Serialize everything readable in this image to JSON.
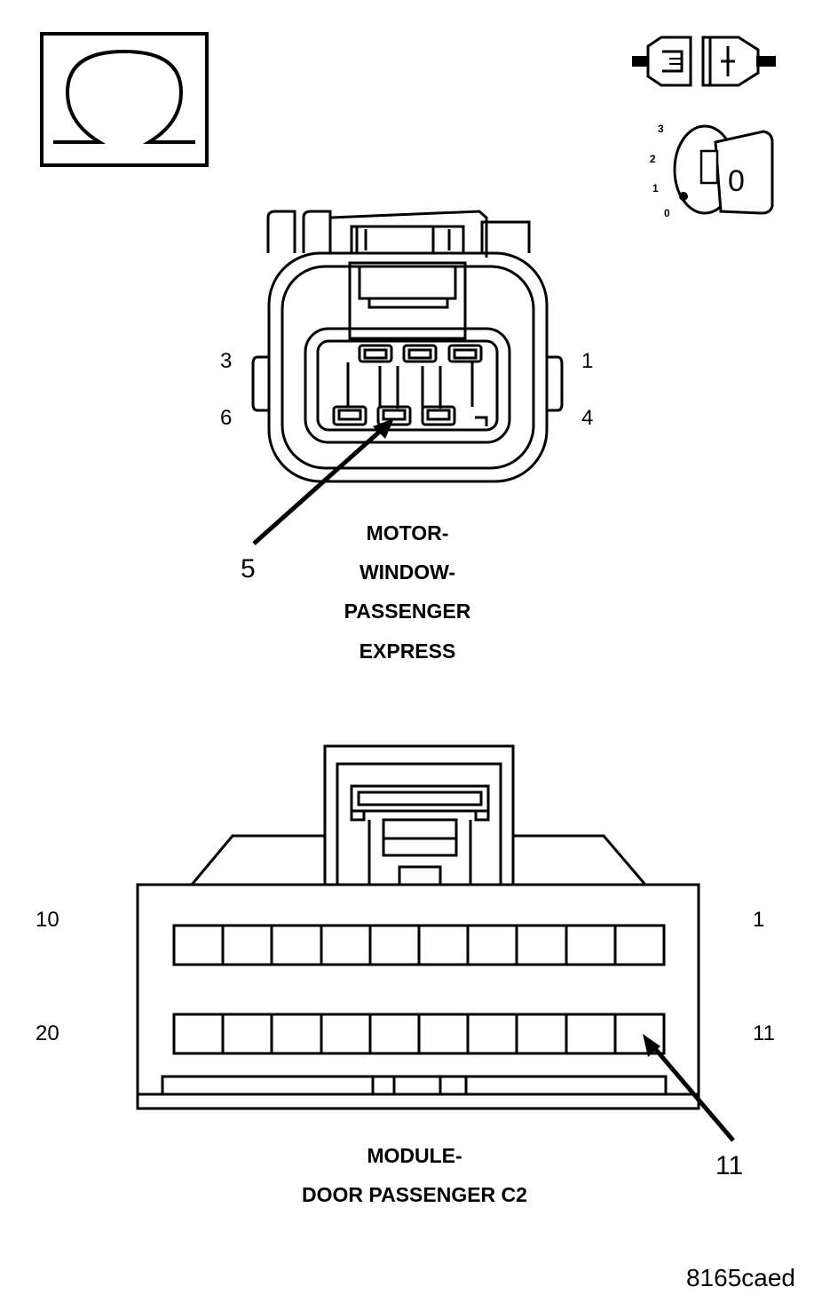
{
  "ohm_icon": {
    "name": "ohmmeter-icon",
    "symbol": "Ω"
  },
  "connector_icon": {
    "name": "connector-disconnect-icon"
  },
  "ignition_icon": {
    "name": "ignition-key-off-icon",
    "positions": [
      "3",
      "2",
      "1",
      "0"
    ],
    "key_label": "0"
  },
  "motor_connector": {
    "pin_labels": {
      "top_left": "3",
      "top_right": "1",
      "bottom_left": "6",
      "bottom_right": "4"
    },
    "callout": "5",
    "caption": [
      "MOTOR-",
      "WINDOW-",
      "PASSENGER",
      "EXPRESS"
    ]
  },
  "module_connector": {
    "pin_labels": {
      "top_left": "10",
      "top_right": "1",
      "bottom_left": "20",
      "bottom_right": "11"
    },
    "callout": "11",
    "caption": [
      "MODULE-",
      "DOOR PASSENGER C2"
    ]
  },
  "figure_code": "8165caed"
}
